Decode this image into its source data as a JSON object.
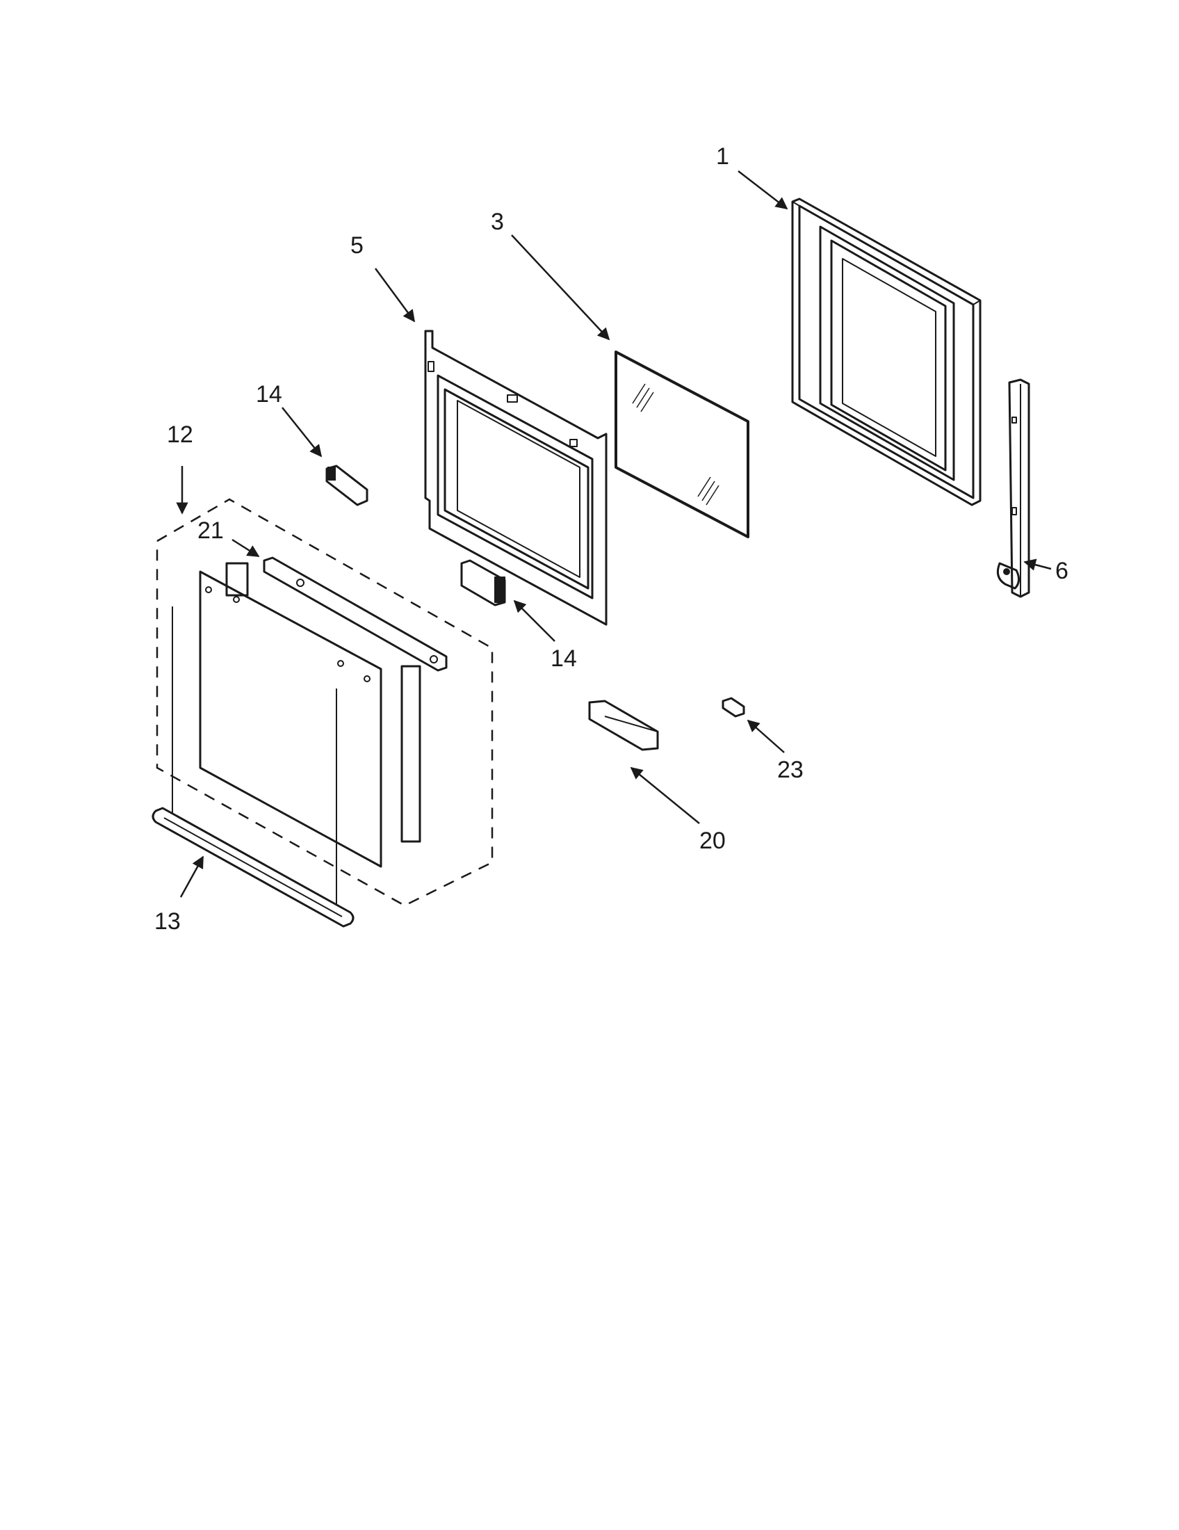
{
  "diagram": {
    "callouts": [
      {
        "id": "door-outer-panel",
        "label": "1"
      },
      {
        "id": "door-glass",
        "label": "3"
      },
      {
        "id": "door-inner-frame",
        "label": "5"
      },
      {
        "id": "door-hinge",
        "label": "6"
      },
      {
        "id": "door-inner-assembly",
        "label": "12"
      },
      {
        "id": "door-handle",
        "label": "13"
      },
      {
        "id": "glass-bracket-upper",
        "label": "14"
      },
      {
        "id": "glass-bracket-lower",
        "label": "14"
      },
      {
        "id": "door-vent-strip",
        "label": "20"
      },
      {
        "id": "door-top-trim",
        "label": "21"
      },
      {
        "id": "door-bumper",
        "label": "23"
      }
    ]
  }
}
